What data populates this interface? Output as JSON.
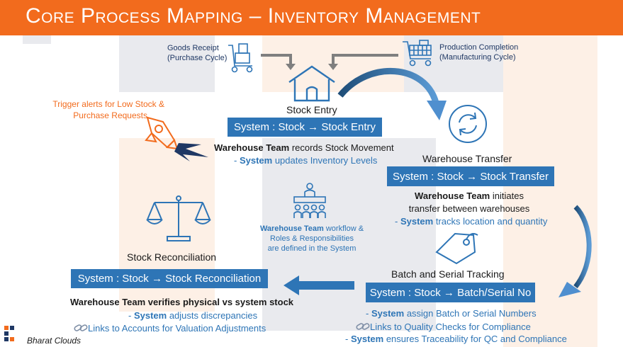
{
  "title": "Core Process Mapping – Inventory Management",
  "colors": {
    "orange": "#f26b1d",
    "blue": "#2e75b6",
    "navy": "#1f3864",
    "peach": "#fdf0e6",
    "grey": "#e9eaee"
  },
  "goods_receipt": {
    "line1": "Goods Receipt",
    "line2": "(Purchase Cycle)"
  },
  "production": {
    "line1": "Production Completion",
    "line2": "(Manufacturing Cycle)"
  },
  "alert": {
    "line1": "Trigger alerts for Low Stock &",
    "line2": "Purchase Requests"
  },
  "stock_entry": {
    "heading": "Stock Entry",
    "system": "System : Stock  → Stock Entry",
    "team_bold": "Warehouse Team",
    "team_rest": " records Stock Movement",
    "sys_prefix": "- ",
    "sys_bold": "System",
    "sys_rest": " updates Inventory Levels"
  },
  "warehouse_transfer": {
    "heading": "Warehouse Transfer",
    "system": "System : Stock  → Stock Transfer",
    "team_bold": "Warehouse Team",
    "team_rest": " initiates",
    "line2": "transfer between warehouses",
    "sys_prefix": "- ",
    "sys_bold": "System",
    "sys_rest": " tracks location and quantity"
  },
  "workflow": {
    "bold": "Warehouse Team",
    "rest1": " workflow &",
    "line2": "Roles & Responsibilities",
    "line3": "are defined in the System"
  },
  "reconciliation": {
    "heading": "Stock Reconciliation",
    "system": "System : Stock  → Stock Reconciliation",
    "team_bold": "Warehouse Team verifies physical vs system stock",
    "sys_prefix": "- ",
    "sys_bold": "System",
    "sys_rest": " adjusts discrepancies",
    "links": "Links to Accounts for Valuation Adjustments"
  },
  "batch": {
    "heading": "Batch and Serial Tracking",
    "system": "System : Stock → Batch/Serial No",
    "line1_prefix": "- ",
    "line1_bold": "System",
    "line1_rest": " assign Batch or Serial Numbers",
    "links": "Links to Quality Checks for Compliance",
    "line3_prefix": "- ",
    "line3_bold": "System",
    "line3_rest": " ensures Traceability for QC and Compliance"
  },
  "brand": "Bharat Clouds",
  "icons": [
    "hand-truck-icon",
    "shopping-cart-icon",
    "house-icon",
    "rocket-icon",
    "sync-icon",
    "balance-scale-icon",
    "team-meeting-icon",
    "tag-icon",
    "link-icon",
    "logo-icon"
  ]
}
